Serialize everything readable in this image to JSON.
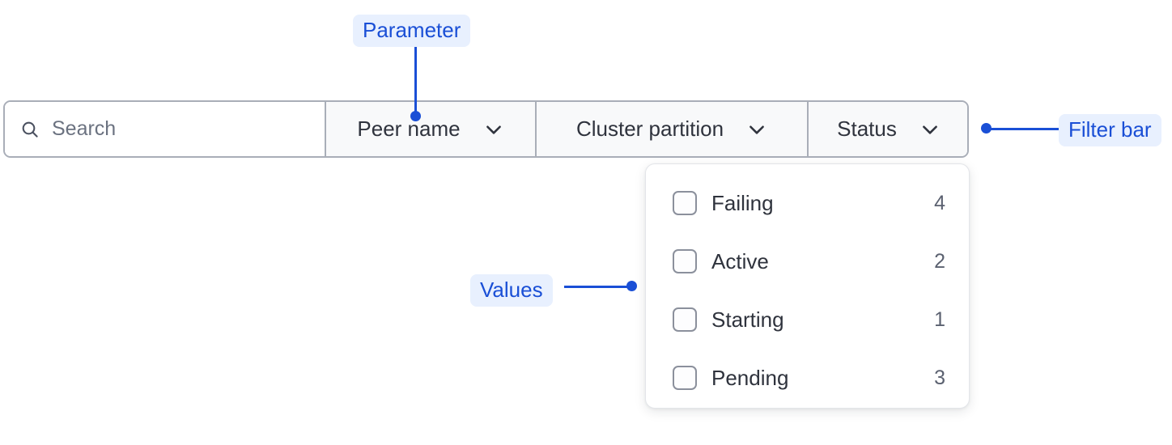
{
  "filter_bar": {
    "name": "Filter bar",
    "search": {
      "icon": "search-icon",
      "placeholder": "Search",
      "value": ""
    },
    "dropdowns": [
      {
        "label": "Peer name",
        "icon": "chevron-down-icon"
      },
      {
        "label": "Cluster partition",
        "icon": "chevron-down-icon"
      },
      {
        "label": "Status",
        "icon": "chevron-down-icon"
      }
    ]
  },
  "dropdown_panel": {
    "open_for": "Status",
    "options": [
      {
        "label": "Failing",
        "count": "4",
        "checked": false
      },
      {
        "label": "Active",
        "count": "2",
        "checked": false
      },
      {
        "label": "Starting",
        "count": "1",
        "checked": false
      },
      {
        "label": "Pending",
        "count": "3",
        "checked": false
      }
    ]
  },
  "annotations": [
    {
      "id": "parameter",
      "label": "Parameter",
      "target": "Peer name dropdown"
    },
    {
      "id": "filter-bar",
      "label": "Filter bar",
      "target": "Filter bar"
    },
    {
      "id": "values",
      "label": "Values",
      "target": "Dropdown options panel"
    }
  ],
  "colors": {
    "annotation_text": "#1a4fd6",
    "annotation_bg": "#e8f0fe",
    "bar_border": "#a9aeb8",
    "cell_bg": "#f8f9fa",
    "text": "#2f333d",
    "muted_text": "#5b6170"
  }
}
